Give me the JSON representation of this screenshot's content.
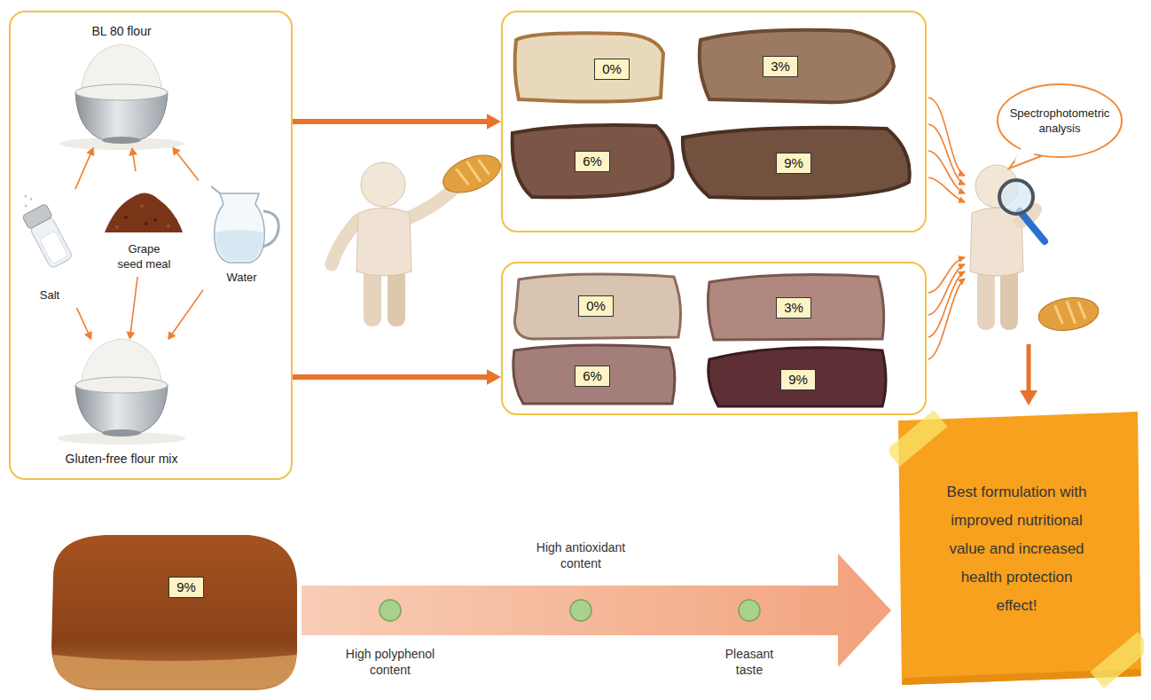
{
  "diagram": {
    "nodes": [
      {
        "text": []
      },
      {
        "text": [
          "BL 80 flour"
        ],
        "in": 0
      },
      {
        "text": [
          "Salt"
        ],
        "in": 0
      },
      {
        "text": [
          "Grape seed meal"
        ],
        "in": 0
      },
      {
        "text": [
          "Water"
        ],
        "in": 0
      },
      {
        "text": [
          "Gluten-free flour mix"
        ],
        "in": 0
      },
      {
        "text": []
      },
      {
        "text": [
          "0%"
        ],
        "in": 6
      },
      {
        "text": [
          "3%"
        ],
        "in": 6
      },
      {
        "text": [
          "6%"
        ],
        "in": 6
      },
      {
        "text": [
          "9%"
        ],
        "in": 6
      },
      {
        "text": []
      },
      {
        "text": [
          "0%"
        ],
        "in": 11
      },
      {
        "text": [
          "3%"
        ],
        "in": 11
      },
      {
        "text": [
          "6%"
        ],
        "in": 11
      },
      {
        "text": [
          "9%"
        ],
        "in": 11
      },
      {
        "text": [
          "Spectrophotometric analysis"
        ]
      },
      {
        "text": [
          "Best formulation with improved nutritional value and increased health protection effect!"
        ]
      },
      {
        "text": [
          "9%"
        ]
      }
    ],
    "edges": [
      {
        "from": 2,
        "to": 1,
        "arrow": "to"
      },
      {
        "from": 3,
        "to": 1,
        "arrow": "to"
      },
      {
        "from": 4,
        "to": 1,
        "arrow": "to"
      },
      {
        "from": 2,
        "to": 5,
        "arrow": "to"
      },
      {
        "from": 3,
        "to": 5,
        "arrow": "to"
      },
      {
        "from": 4,
        "to": 5,
        "arrow": "to"
      },
      {
        "from": 0,
        "to": 6,
        "arrow": "to"
      },
      {
        "from": 0,
        "to": 11,
        "arrow": "to"
      }
    ],
    "labels": [
      "High polyphenol content",
      "High antioxidant content",
      "Pleasant taste"
    ]
  }
}
